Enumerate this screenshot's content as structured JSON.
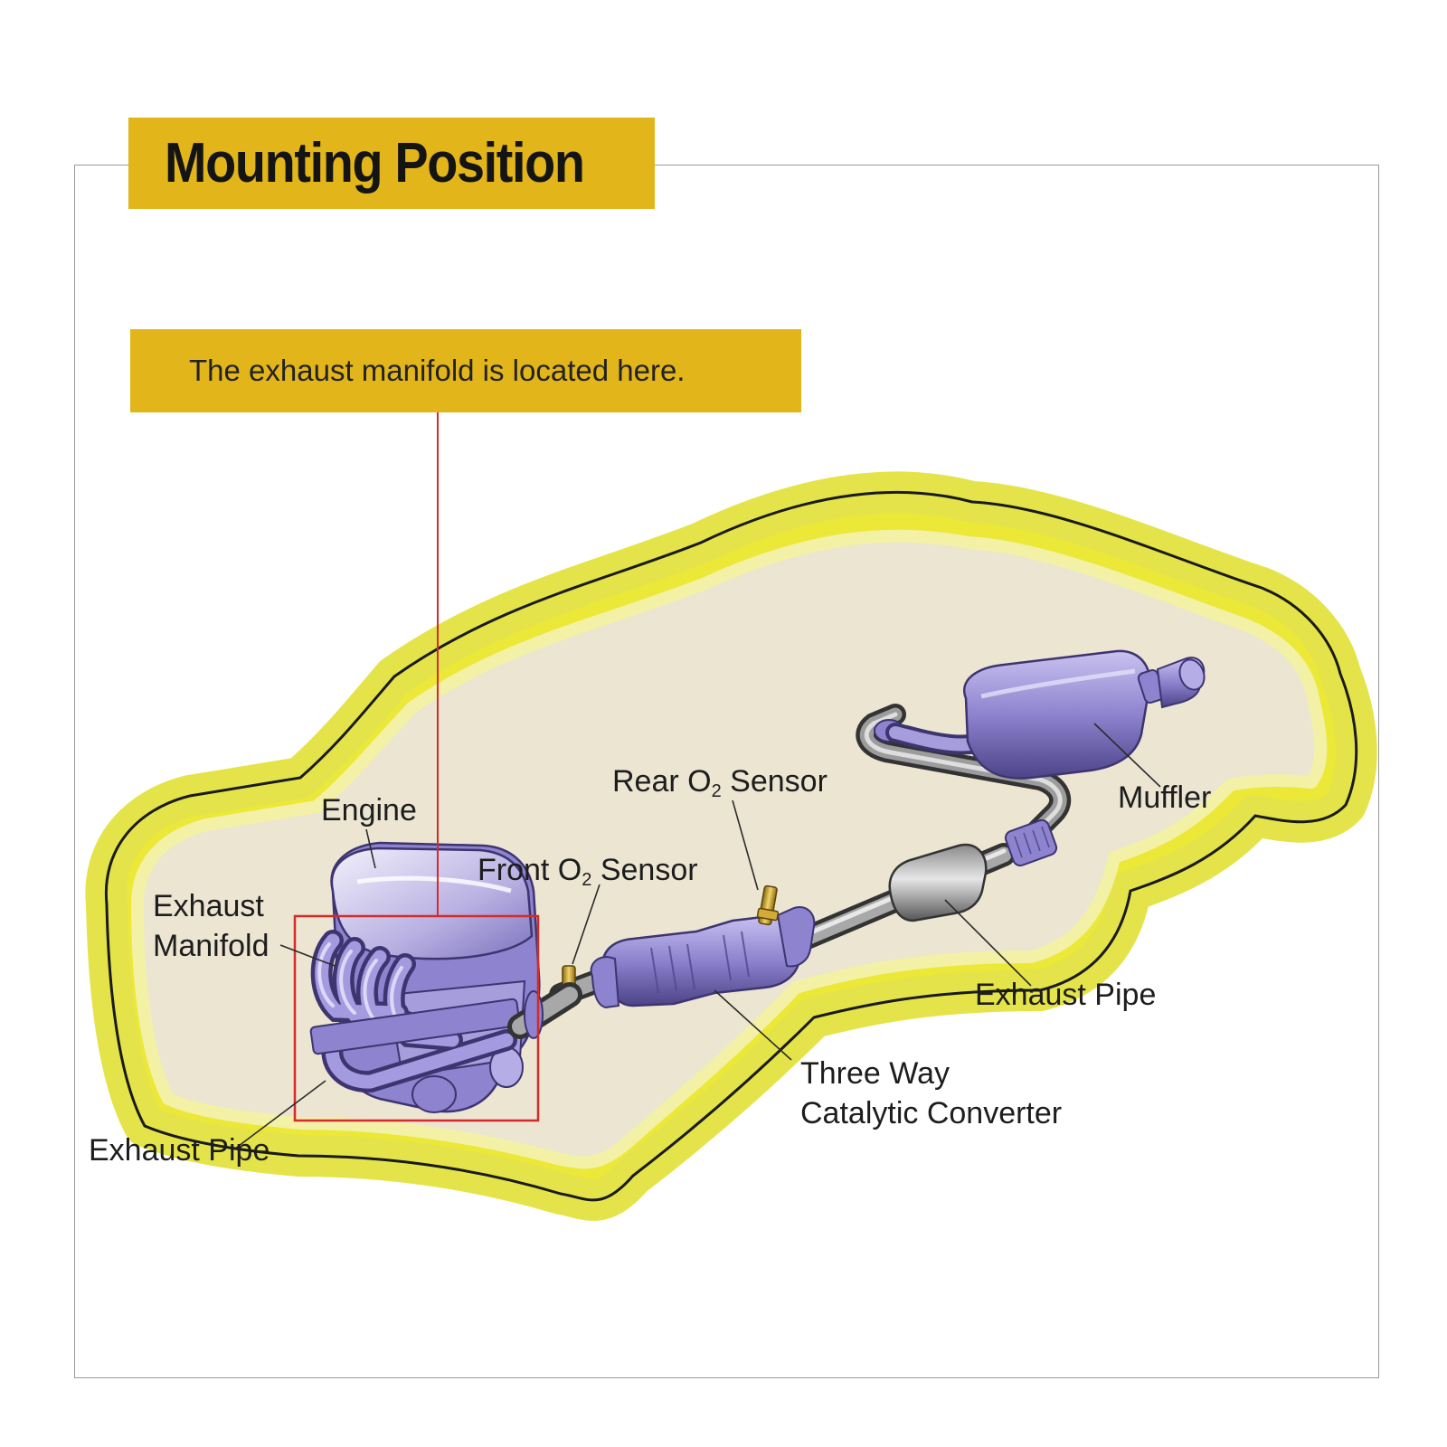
{
  "header": {
    "title": "Mounting Position"
  },
  "callout": {
    "text": "The exhaust manifold is located here."
  },
  "labels": {
    "engine": "Engine",
    "exhaust_manifold_line1": "Exhaust",
    "exhaust_manifold_line2": "Manifold",
    "exhaust_pipe_front": "Exhaust Pipe",
    "front_o2_pre": "Front O",
    "front_o2_sub": "2",
    "front_o2_post": " Sensor",
    "rear_o2_pre": "Rear O",
    "rear_o2_sub": "2",
    "rear_o2_post": " Sensor",
    "muffler": "Muffler",
    "exhaust_pipe_rear": "Exhaust Pipe",
    "catalytic_line1": "Three Way",
    "catalytic_line2": "Catalytic Converter"
  },
  "colors": {
    "banner": "#e2b51a",
    "car_glow": "#eaea3a",
    "car_body": "#ece5d2",
    "exhaust_part": "#8e84cc",
    "highlight": "#d42a2a"
  }
}
